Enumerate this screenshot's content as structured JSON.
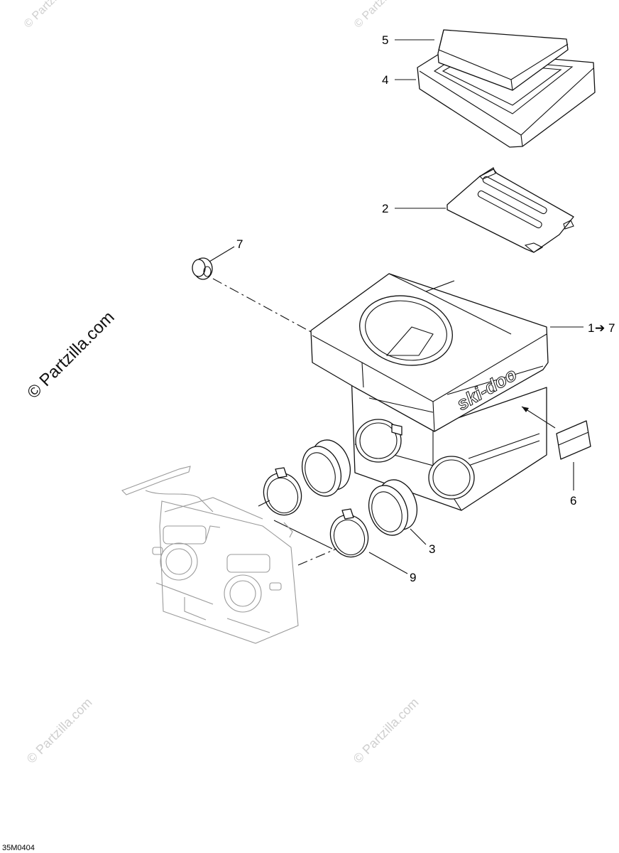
{
  "diagram": {
    "callouts": {
      "c5": "5",
      "c4": "4",
      "c2": "2",
      "c7": "7",
      "c1": "1",
      "c1_range_end": "7",
      "c1_arrow": "➔",
      "c6": "6",
      "c3": "3",
      "c9": "9"
    },
    "brand_logo_text": "ski-doo",
    "drawing_code": "35M0404"
  },
  "watermarks": {
    "main": "© Partzilla.com",
    "small": "© Partzilla.com"
  }
}
